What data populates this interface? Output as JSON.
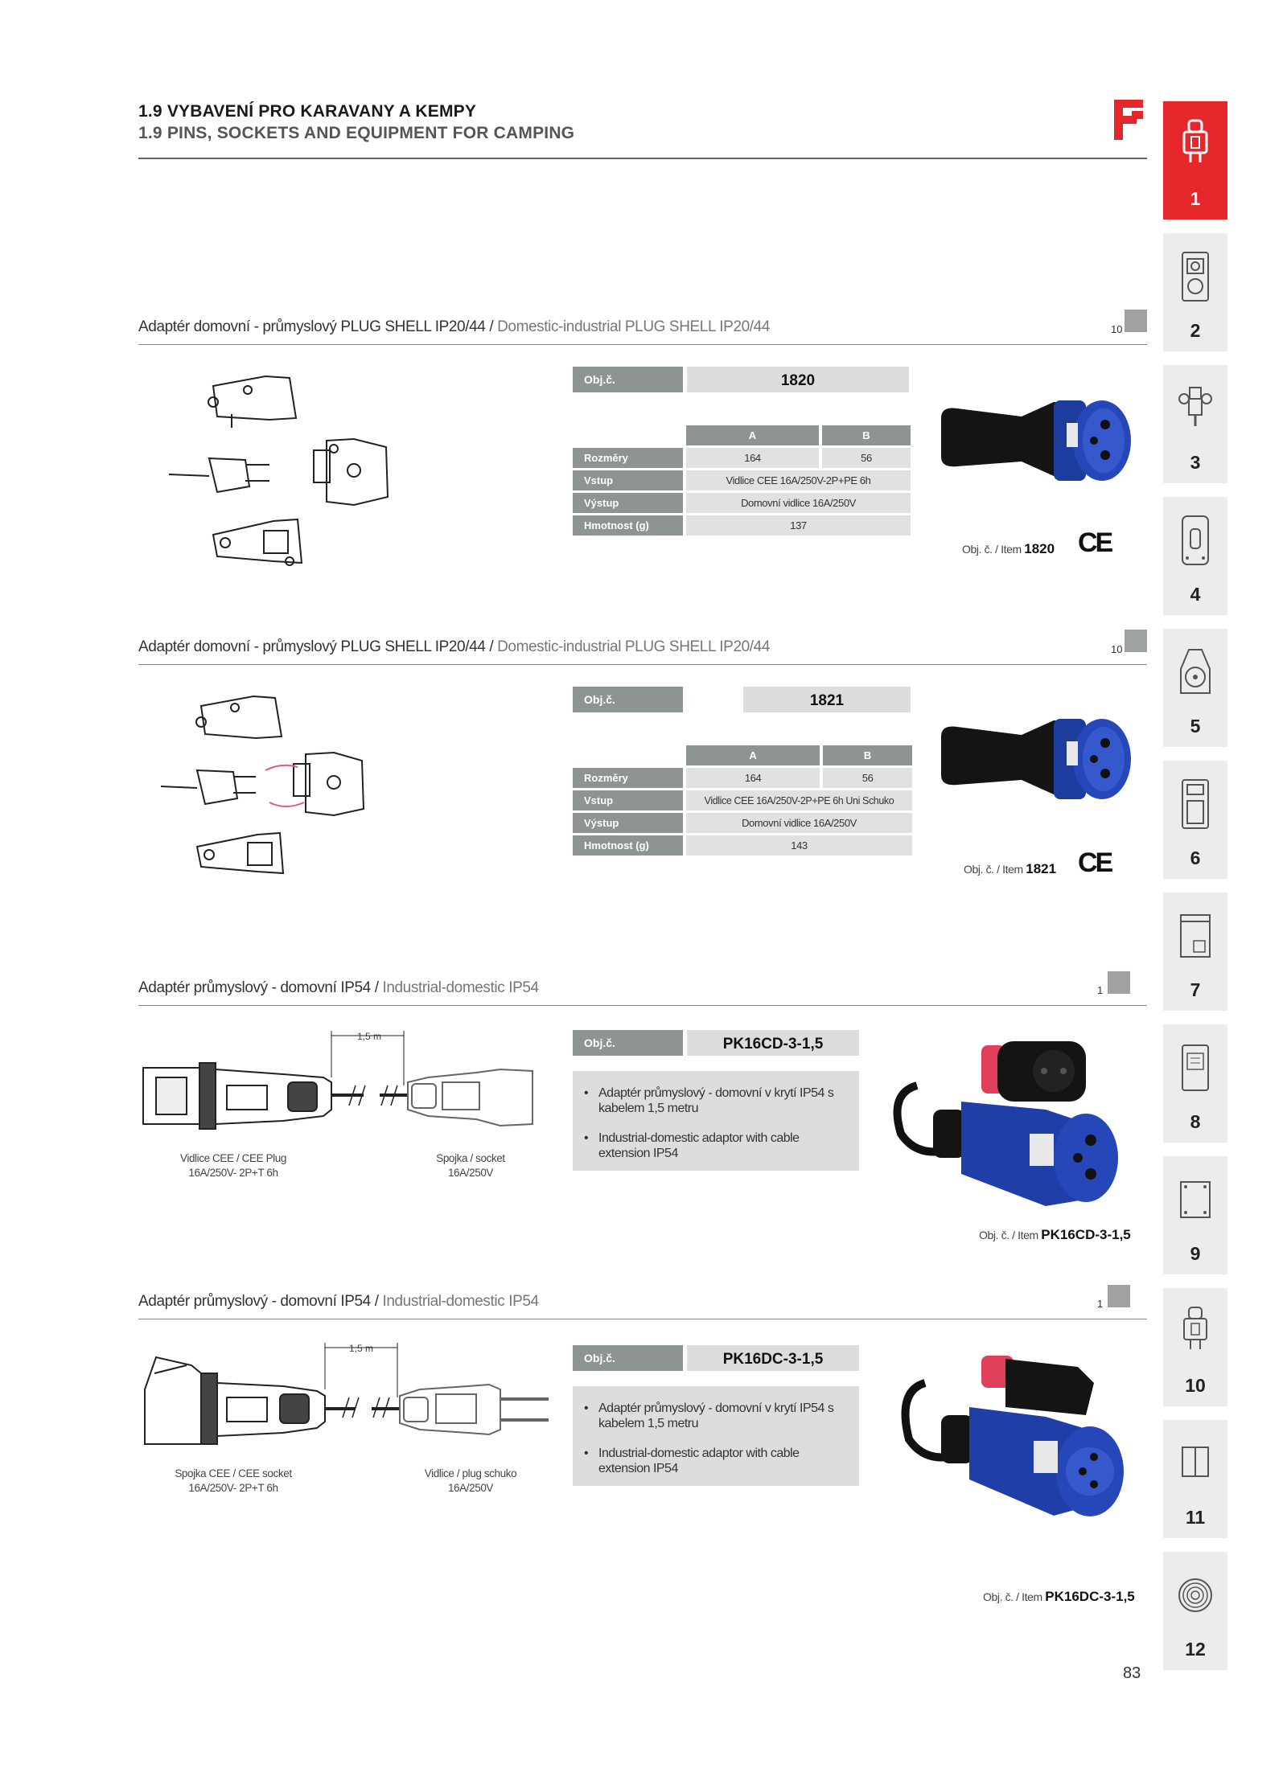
{
  "header": {
    "title_cz": "1.9 VYBAVENÍ PRO KARAVANY A KEMPY",
    "title_en": "1.9 PINS, SOCKETS AND EQUIPMENT FOR CAMPING"
  },
  "tabs": [
    "1",
    "2",
    "3",
    "4",
    "5",
    "6",
    "7",
    "8",
    "9",
    "10",
    "11",
    "12"
  ],
  "labels": {
    "objc": "Obj.č.",
    "item_prefix": "Obj. č. / Item",
    "item_prefix_short": "Obj. č. / Item",
    "col_a": "A",
    "col_b": "B",
    "rozmery": "Rozměry",
    "vstup": "Vstup",
    "vystup": "Výstup",
    "hmotnost": "Hmotnost (g)",
    "ce": "CE"
  },
  "products": [
    {
      "title_cz": "Adaptér domovní - průmyslový PLUG SHELL IP20/44",
      "title_en": "Domestic-industrial PLUG SHELL IP20/44",
      "qty": "10",
      "code": "1820",
      "a": "164",
      "b": "56",
      "vstup": "Vidlice CEE 16A/250V-2P+PE 6h",
      "vystup": "Domovní vidlice 16A/250V",
      "hmotnost": "137"
    },
    {
      "title_cz": "Adaptér domovní - průmyslový PLUG SHELL IP20/44",
      "title_en": "Domestic-industrial PLUG SHELL IP20/44",
      "qty": "10",
      "code": "1821",
      "a": "164",
      "b": "56",
      "vstup": "Vidlice CEE 16A/250V-2P+PE 6h Uni Schuko",
      "vystup": "Domovní vidlice 16A/250V",
      "hmotnost": "143"
    },
    {
      "title_cz": "Adaptér průmyslový - domovní IP54",
      "title_en": "Industrial-domestic IP54",
      "qty": "1",
      "code": "PK16CD-3-1,5",
      "desc_cz": "Adaptér průmyslový - domovní v krytí IP54 s kabelem 1,5 metru",
      "desc_en": "Industrial-domestic adaptor with cable extension IP54",
      "dim": "1,5 m",
      "cap_left_1": "Vidlice CEE / CEE Plug",
      "cap_left_2": "16A/250V- 2P+T 6h",
      "cap_right_1": "Spojka / socket",
      "cap_right_2": "16A/250V"
    },
    {
      "title_cz": "Adaptér průmyslový - domovní IP54",
      "title_en": "Industrial-domestic IP54",
      "qty": "1",
      "code": "PK16DC-3-1,5",
      "desc_cz": "Adaptér průmyslový - domovní v krytí IP54 s kabelem 1,5 metru",
      "desc_en": "Industrial-domestic adaptor with cable extension IP54",
      "dim": "1,5 m",
      "cap_left_1": "Spojka CEE / CEE socket",
      "cap_left_2": "16A/250V- 2P+T 6h",
      "cap_right_1": "Vidlice / plug schuko",
      "cap_right_2": "16A/250V"
    }
  ],
  "page_number": "83",
  "colors": {
    "accent": "#e5262b",
    "label_bg": "#8e9591",
    "value_bg": "#e0e2e1",
    "plug_blue": "#2647b8"
  }
}
